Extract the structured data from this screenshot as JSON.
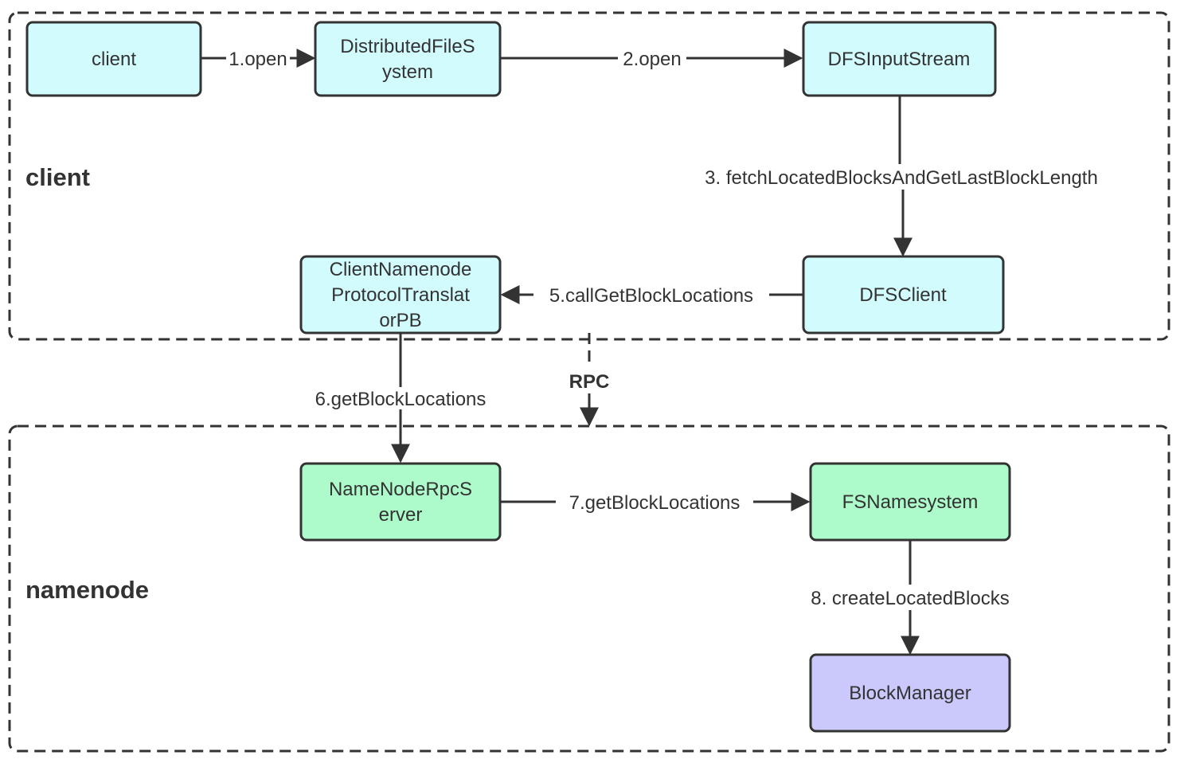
{
  "colors": {
    "client_fill": "#d2fbfd",
    "namenode_fill": "#adfacb",
    "manager_fill": "#cbc8fb",
    "stroke": "#333333",
    "text": "#333333"
  },
  "groups": {
    "client": {
      "label": "client"
    },
    "namenode": {
      "label": "namenode"
    }
  },
  "nodes": {
    "client": {
      "lines": [
        "client"
      ]
    },
    "dfs": {
      "lines": [
        "DistributedFileS",
        "ystem"
      ]
    },
    "dfsinput": {
      "lines": [
        "DFSInputStream"
      ]
    },
    "dfsclient": {
      "lines": [
        "DFSClient"
      ]
    },
    "translator": {
      "lines": [
        "ClientNamenode",
        "ProtocolTranslat",
        "orPB"
      ]
    },
    "rpcserver": {
      "lines": [
        "NameNodeRpcS",
        "erver"
      ]
    },
    "fsnamesystem": {
      "lines": [
        "FSNamesystem"
      ]
    },
    "blockmanager": {
      "lines": [
        "BlockManager"
      ]
    }
  },
  "edges": {
    "e1": {
      "label": "1.open"
    },
    "e2": {
      "label": "2.open"
    },
    "e3": {
      "label": "3. fetchLocatedBlocksAndGetLastBlockLength"
    },
    "e5": {
      "label": "5.callGetBlockLocations"
    },
    "e6": {
      "label": "6.getBlockLocations"
    },
    "rpc": {
      "label": "RPC"
    },
    "e7": {
      "label": "7.getBlockLocations"
    },
    "e8": {
      "label": "8. createLocatedBlocks"
    }
  }
}
